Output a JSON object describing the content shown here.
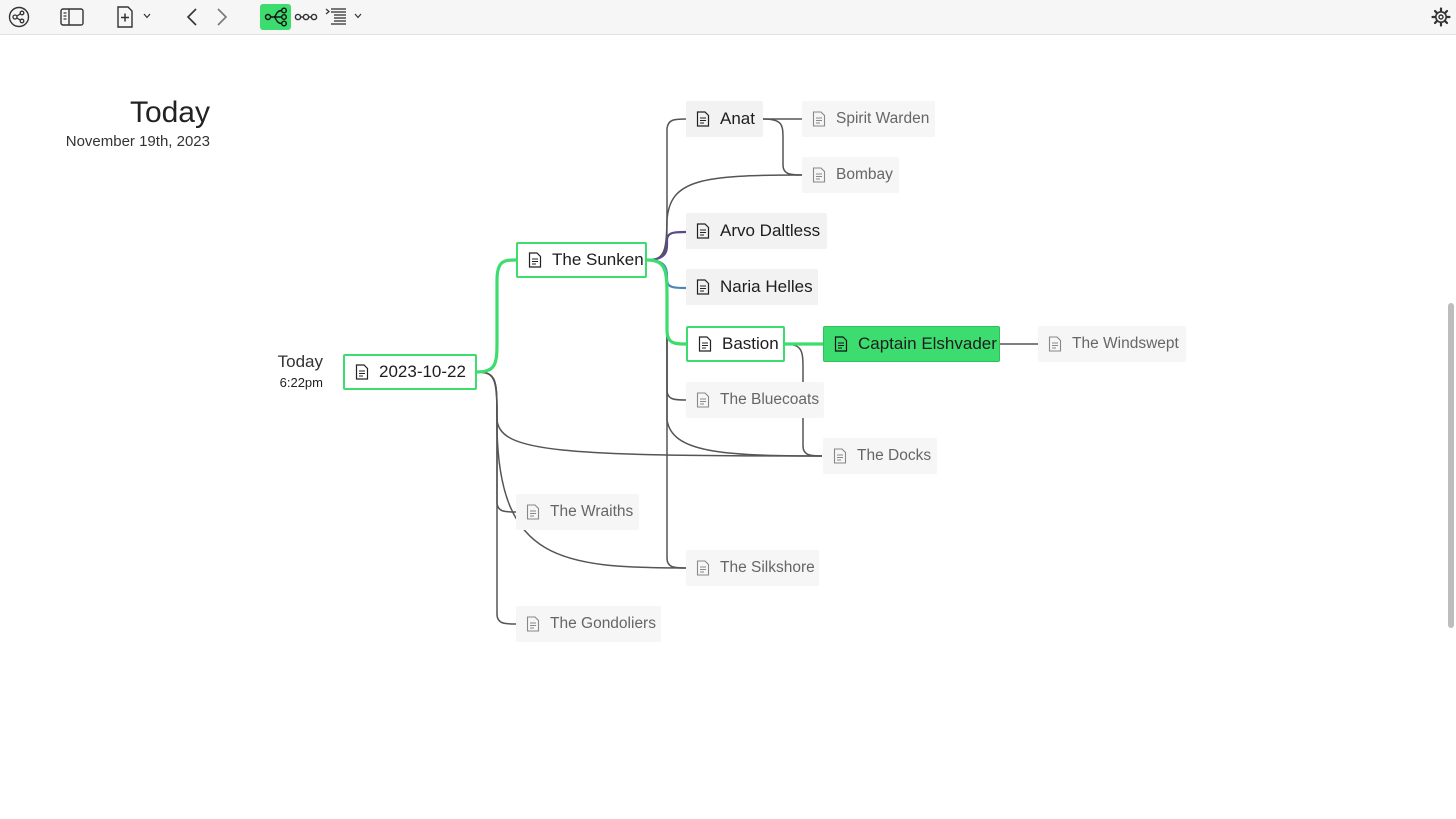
{
  "toolbar": {
    "items": [
      {
        "name": "graph-view-icon"
      },
      {
        "name": "sidebar-toggle-icon"
      },
      {
        "name": "new-note-icon"
      },
      {
        "name": "back-icon"
      },
      {
        "name": "forward-icon"
      },
      {
        "name": "mind-map-view-icon",
        "active": true
      },
      {
        "name": "timeline-view-icon"
      },
      {
        "name": "outline-view-icon"
      },
      {
        "name": "settings-icon"
      }
    ],
    "accent": "#3ddc6e"
  },
  "header": {
    "title": "Today",
    "date": "November 19th, 2023"
  },
  "root": {
    "label": "Today",
    "time": "6:22pm"
  },
  "nodes": {
    "date_node": "2023-10-22",
    "the_sunken": "The Sunken",
    "anat": "Anat",
    "spirit_warden": "Spirit Warden",
    "bombay": "Bombay",
    "arvo_daltless": "Arvo Daltless",
    "naria_helles": "Naria Helles",
    "bastion": "Bastion",
    "captain_elshvader": "Captain Elshvader",
    "the_windswept": "The Windswept",
    "the_bluecoats": "The Bluecoats",
    "the_docks": "The Docks",
    "the_wraiths": "The Wraiths",
    "the_silkshore": "The Silkshore",
    "the_gondoliers": "The Gondoliers"
  },
  "colors": {
    "selected_path": "#3ddc6e",
    "edge": "#555555",
    "edge_arvo": "#5b4a8a",
    "edge_naria": "#4a86b8"
  }
}
